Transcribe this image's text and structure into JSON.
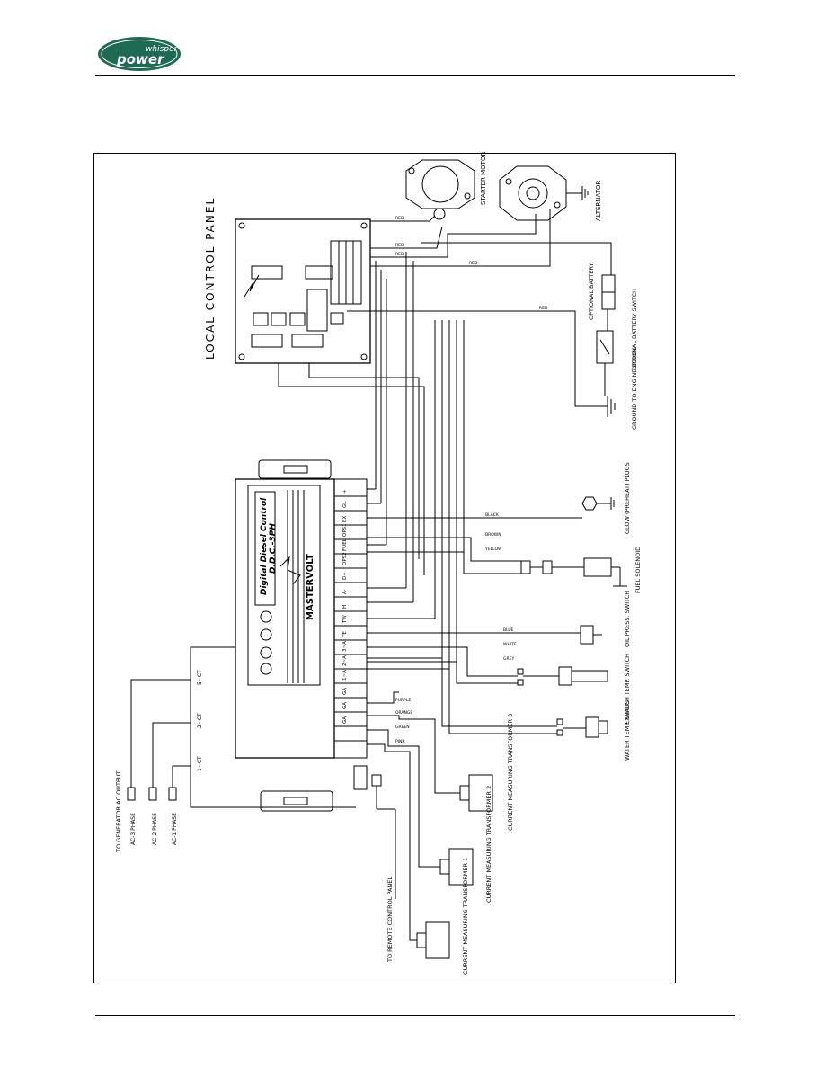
{
  "header": {
    "brand_line1": "whisper",
    "brand_line2": "power",
    "brand_color": "#1f6a53"
  },
  "diagram": {
    "title": "LOCAL CONTROL PANEL",
    "ddc": {
      "brand": "MASTERVOLT",
      "line1": "Digital Diesel Control",
      "line2": "D.D.C.-3PH",
      "terminals": [
        "+",
        "GL",
        "EX",
        "OPS1",
        "FUEL",
        "OPS2",
        "D+",
        "A-",
        "H",
        "TW",
        "TE",
        "3~A",
        "2~A",
        "1~A",
        "GA",
        "GA",
        "GA"
      ],
      "ports": [
        "5~CT",
        "2~CT",
        "1~CT"
      ]
    },
    "components": {
      "starter_motor": "STARTER MOTOR",
      "alternator": "ALTERNATOR",
      "battery_switch": "OPTIONAL BATTERY SWITCH",
      "battery": "OPTIONAL BATTERY",
      "ground": "GROUND TO ENGINE BLOCK",
      "glow_plugs": "GLOW (PREHEAT) PLUGS",
      "fuel_solenoid": "FUEL SOLENOID",
      "oil_switch": "OIL PRESS. SWITCH",
      "exhaust_switch": "EXHAUST TEMP. SWITCH",
      "water_switch": "WATER TEMP. SWITCH",
      "ct3": "CURRENT MEASURING TRANSFORMER 3",
      "ct2": "CURRENT MEASURING TRANSFORMER 2",
      "ct1": "CURRENT MEASURING TRANSFORMER 1",
      "remote": "TO REMOTE CONTROL PANEL",
      "generator_output": "TO GENERATOR AC OUTPUT"
    },
    "output_cables": [
      "AC-3 PHASE",
      "AC-2 PHASE",
      "AC-1 PHASE"
    ],
    "wires": [
      "RED",
      "RED",
      "RED",
      "RED",
      "RED",
      "BLACK",
      "BROWN",
      "YELLOW",
      "BLUE",
      "WHITE",
      "GREY",
      "PURPLE",
      "ORANGE",
      "GREEN",
      "PINK"
    ]
  }
}
